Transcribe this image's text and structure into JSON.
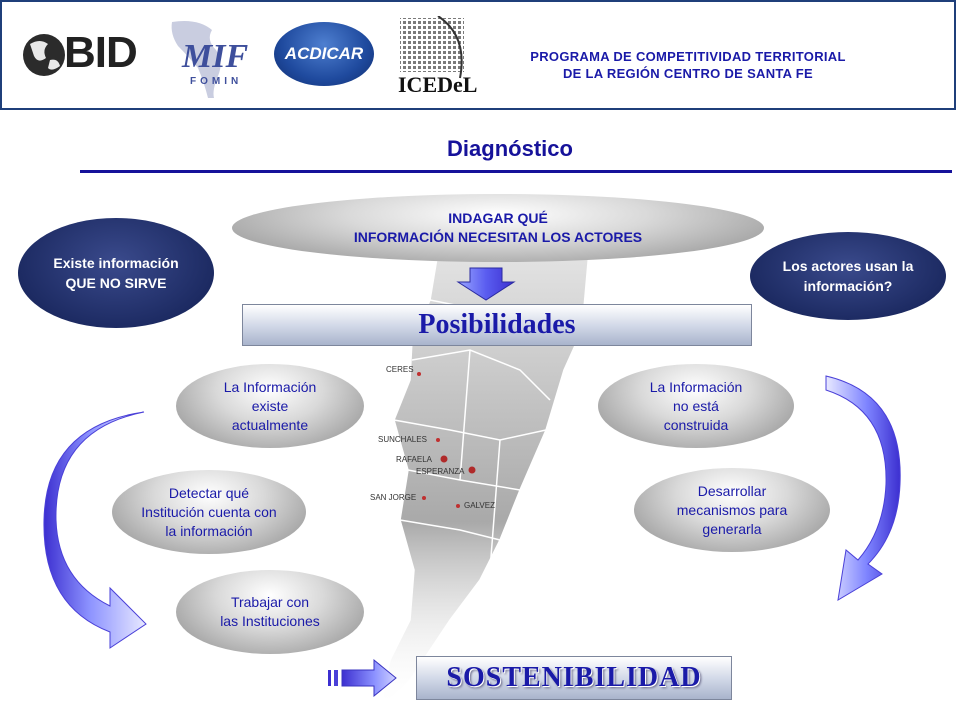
{
  "header": {
    "logos": {
      "bid": "BID",
      "mif": "MIF",
      "fomin": "FOMIN",
      "acdicar": "ACDICAR",
      "icedel": "ICEDeL"
    },
    "program_line1": "PROGRAMA DE COMPETITIVIDAD TERRITORIAL",
    "program_line2": "DE LA REGIÓN CENTRO DE SANTA FE"
  },
  "title": "Diagnóstico",
  "top_oval": {
    "line1": "INDAGAR QUÉ",
    "line2": "INFORMACIÓN NECESITAN LOS ACTORES"
  },
  "left_navy": {
    "line1": "Existe información",
    "line2": "QUE NO SIRVE"
  },
  "right_navy": {
    "line1": "Los actores usan la",
    "line2": "información?"
  },
  "posibilidades": "Posibilidades",
  "left_ovals": [
    {
      "lines": [
        "La Información",
        "existe",
        "actualmente"
      ]
    },
    {
      "lines": [
        "Detectar qué",
        "Institución cuenta con",
        "la información"
      ]
    },
    {
      "lines": [
        "Trabajar con",
        "las Instituciones"
      ]
    }
  ],
  "right_ovals": [
    {
      "lines": [
        "La Información",
        "no está",
        "construida"
      ]
    },
    {
      "lines": [
        "Desarrollar",
        "mecanismos para",
        "generarla"
      ]
    }
  ],
  "map_labels": [
    "CERES",
    "SUNCHALES",
    "RAFAELA",
    "ESPERANZA",
    "SAN JORGE",
    "GALVEZ"
  ],
  "sostenibilidad": "SOSTENIBILIDAD",
  "colors": {
    "navy": "#1d2b63",
    "blue_text": "#1a1aa8",
    "arrow_blue": "#3c2fd0"
  }
}
